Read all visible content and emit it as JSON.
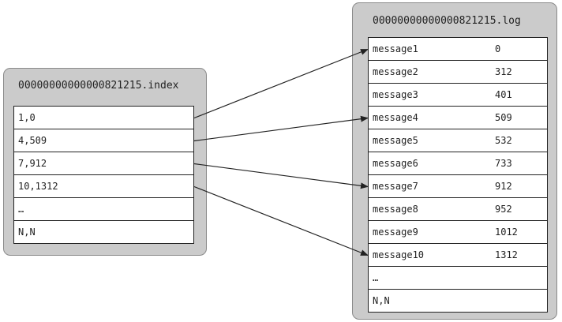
{
  "index_file": {
    "title": "00000000000000821215.index",
    "entries": [
      "1,0",
      "4,509",
      "7,912",
      "10,1312",
      "…",
      "N,N"
    ]
  },
  "log_file": {
    "title": "00000000000000821215.log",
    "entries": [
      {
        "message": "message1",
        "position": "0"
      },
      {
        "message": "message2",
        "position": "312"
      },
      {
        "message": "message3",
        "position": "401"
      },
      {
        "message": "message4",
        "position": "509"
      },
      {
        "message": "message5",
        "position": "532"
      },
      {
        "message": "message6",
        "position": "733"
      },
      {
        "message": "message7",
        "position": "912"
      },
      {
        "message": "message8",
        "position": "952"
      },
      {
        "message": "message9",
        "position": "1012"
      },
      {
        "message": "message10",
        "position": "1312"
      },
      {
        "message": "…",
        "position": ""
      },
      {
        "message": "N,N",
        "position": ""
      }
    ]
  },
  "links": [
    {
      "from_index_row": 0,
      "to_log_row": 0
    },
    {
      "from_index_row": 1,
      "to_log_row": 3
    },
    {
      "from_index_row": 2,
      "to_log_row": 6
    },
    {
      "from_index_row": 3,
      "to_log_row": 9
    }
  ],
  "colors": {
    "panel_fill": "#cbcbcb",
    "panel_border": "#8a8a8a",
    "row_fill": "#ffffff",
    "line": "#222222"
  }
}
